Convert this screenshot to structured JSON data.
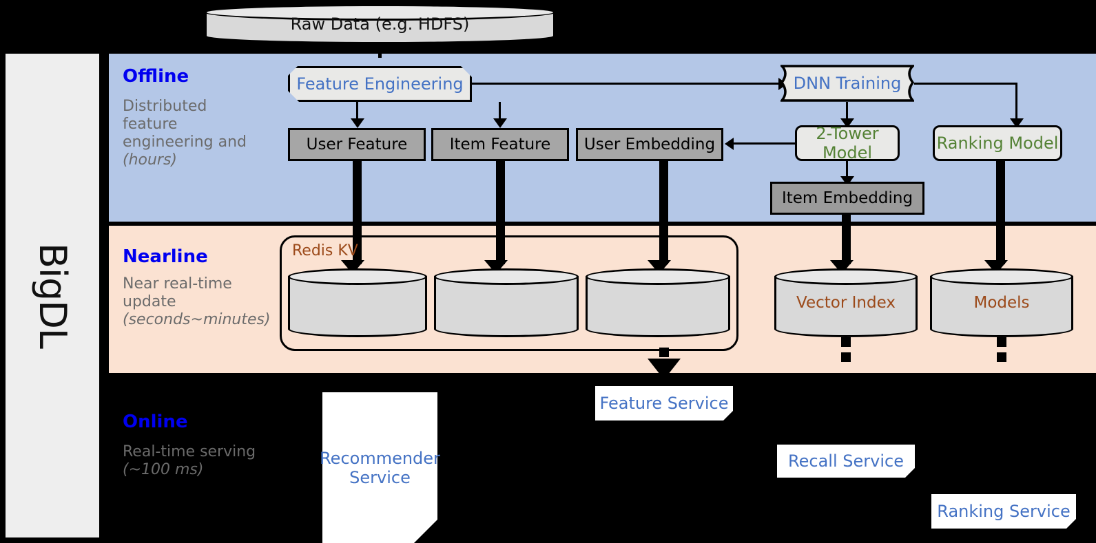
{
  "rail": {
    "label": "BigDL"
  },
  "stages": [
    {
      "name": "offline",
      "title": "Offline",
      "desc_plain": "Distributed feature engineering and ",
      "desc_italic": "(hours)",
      "band_color": "#b4c7e7"
    },
    {
      "name": "nearline",
      "title": "Nearline",
      "desc_plain": "Near real-time update ",
      "desc_italic": "(seconds~minutes)",
      "band_color": "#fbe2d2"
    },
    {
      "name": "online",
      "title": "Online",
      "desc_plain": "Real-time serving ",
      "desc_italic": "(~100 ms)",
      "band_color": "#000000"
    }
  ],
  "source": {
    "label": "Raw Data (e.g. HDFS)"
  },
  "offline": {
    "feature_engineering": "Feature Engineering",
    "dnn_training": "DNN Training",
    "user_feature": "User Feature",
    "item_feature": "Item Feature",
    "user_embedding": "User Embedding",
    "item_embedding": "Item Embedding",
    "two_tower_model": "2-Tower Model",
    "ranking_model": "Ranking Model"
  },
  "nearline": {
    "redis_group": "Redis KV",
    "store_user_feature": "",
    "store_item_feature": "",
    "store_user_embedding": "",
    "vector_index": "Vector Index",
    "models": "Models"
  },
  "online": {
    "recommender_service": "Recommender Service",
    "feature_service": "Feature Service",
    "recall_service": "Recall Service",
    "ranking_service": "Ranking Service"
  },
  "colors": {
    "stage_title": "#0000f0",
    "stage_desc": "#6b6b6b",
    "process_text": "#4472c4",
    "model_text": "#548235",
    "store_text": "#9c4a1a",
    "offline_band": "#b4c7e7",
    "nearline_band": "#fbe2d2",
    "online_band": "#000000",
    "rail_bg": "#eeeeee"
  }
}
